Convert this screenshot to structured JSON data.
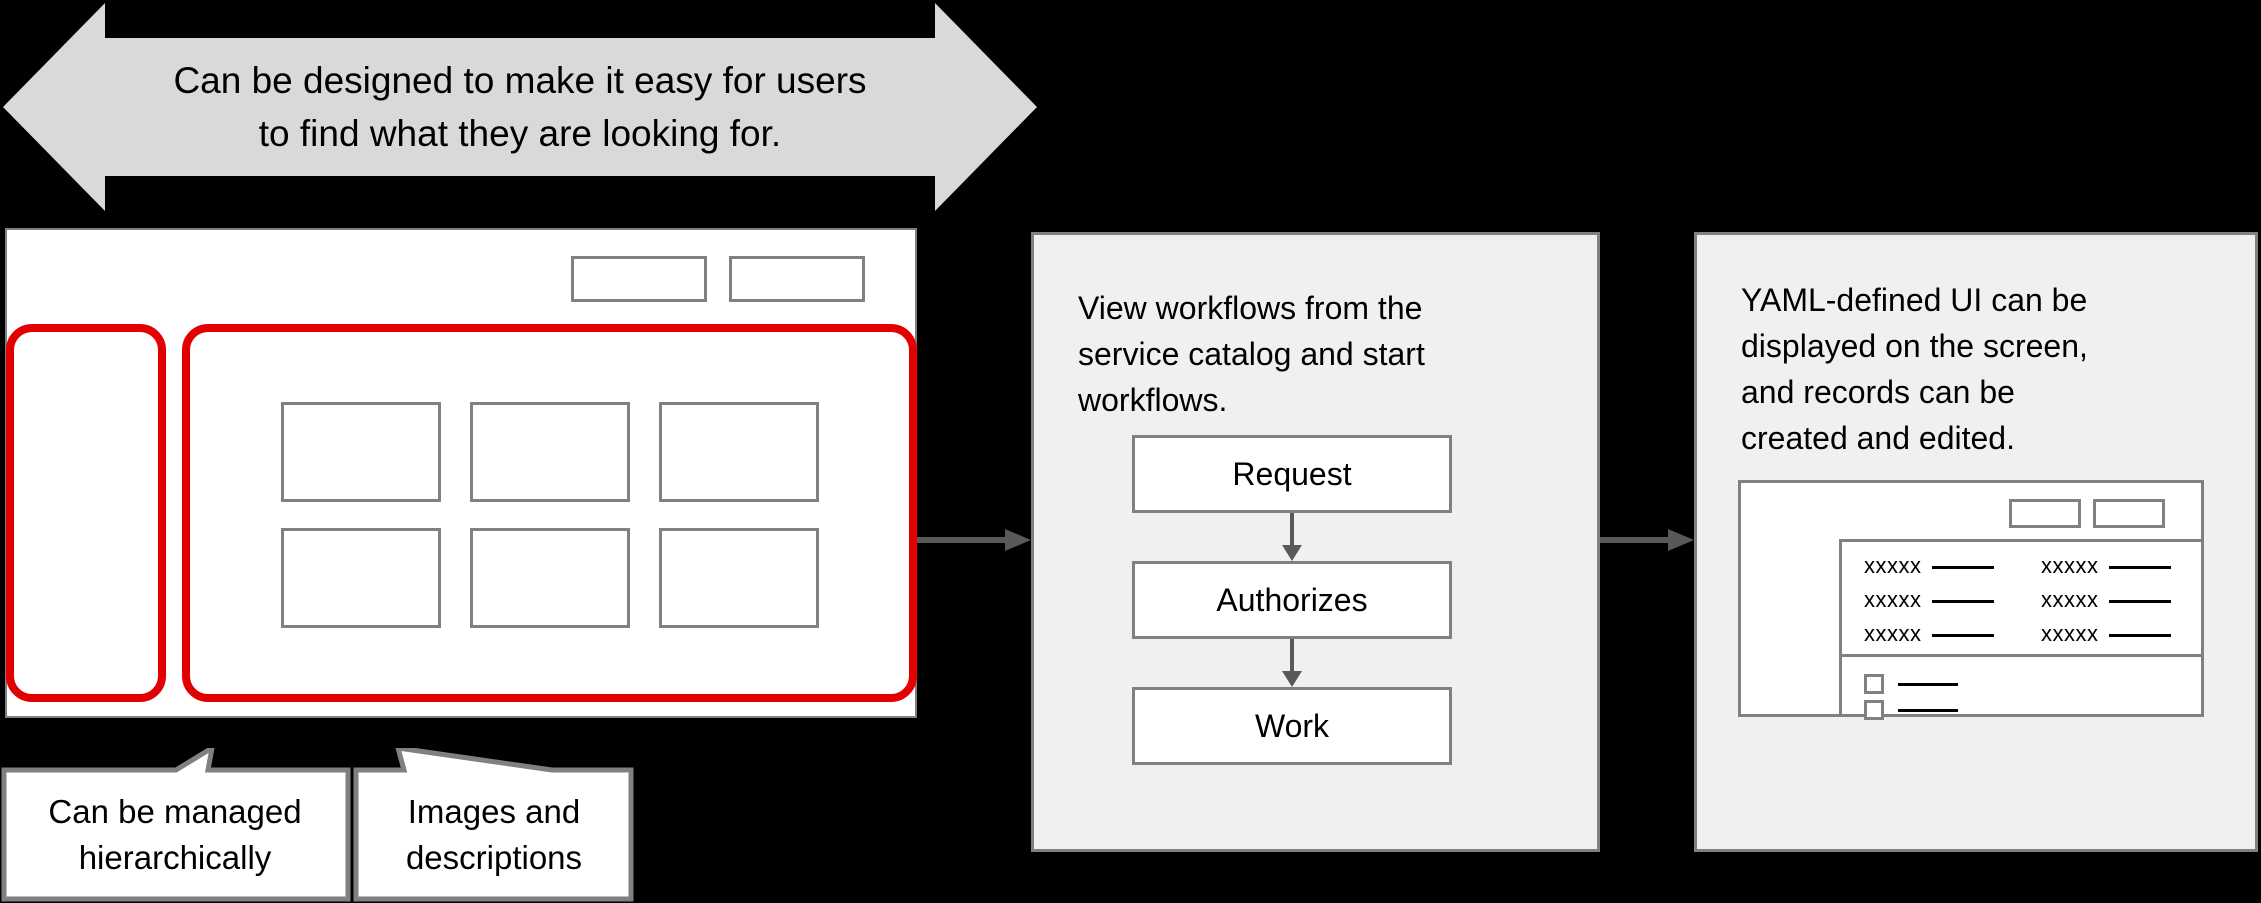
{
  "banner": {
    "text": "Can be designed to make it easy for users\nto find what they are looking for.",
    "fill_color": "#d9d9d9"
  },
  "mockup": {
    "header_boxes": [
      "",
      ""
    ],
    "sidebar": {
      "highlight_color": "#e30000"
    },
    "content": {
      "highlight_color": "#e30000",
      "cards": [
        "",
        "",
        "",
        "",
        "",
        ""
      ]
    }
  },
  "callouts": [
    {
      "id": "hierarchy",
      "text": "Can be managed\nhierarchically"
    },
    {
      "id": "images",
      "text": "Images and\ndescriptions"
    }
  ],
  "middle": {
    "description": "View workflows from the\nservice catalog and start\nworkflows.",
    "flow": {
      "nodes": [
        "Request",
        "Authorizes",
        "Work"
      ]
    }
  },
  "right": {
    "description": "YAML-defined UI can be\ndisplayed on the screen,\nand records can be\ncreated and edited.",
    "form": {
      "header_boxes": [
        "",
        ""
      ],
      "rows": [
        [
          "xxxxx",
          "xxxxx"
        ],
        [
          "xxxxx",
          "xxxxx"
        ],
        [
          "xxxxx",
          "xxxxx"
        ]
      ],
      "checkboxes": [
        "",
        ""
      ]
    }
  },
  "colors": {
    "background": "#000000",
    "panel_fill": "#f0f0f0",
    "mockup_fill": "#ffffff",
    "outline_gray": "#808080",
    "highlight_red": "#e30000",
    "banner_gray": "#d9d9d9"
  }
}
